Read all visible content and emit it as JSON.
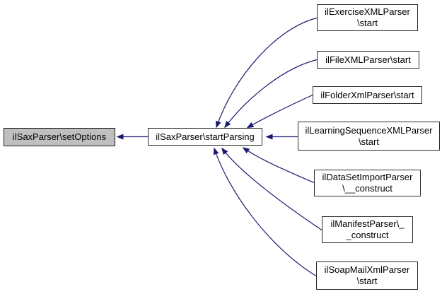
{
  "diagram": {
    "type": "call-graph",
    "colors": {
      "edge": "#191970",
      "node_fill": "#ffffff",
      "highlighted_node_fill": "#bfbfbf",
      "node_border": "#2b2b2b",
      "background": "#ffffff"
    },
    "nodes": [
      {
        "id": "setOptions",
        "label": "ilSaxParser\\setOptions",
        "highlighted": true
      },
      {
        "id": "startParsing",
        "label": "ilSaxParser\\startParsing",
        "highlighted": false
      },
      {
        "id": "exercise-start",
        "label": "ilExerciseXMLParser\n\\start",
        "highlighted": false
      },
      {
        "id": "file-start",
        "label": "ilFileXMLParser\\start",
        "highlighted": false
      },
      {
        "id": "folder-start",
        "label": "ilFolderXmlParser\\start",
        "highlighted": false
      },
      {
        "id": "learningsequence-start",
        "label": "ilLearningSequenceXMLParser\n\\start",
        "highlighted": false
      },
      {
        "id": "dataset-construct",
        "label": "ilDataSetImportParser\n\\__construct",
        "highlighted": false
      },
      {
        "id": "manifest-construct",
        "label": "ilManifestParser\\_\n_construct",
        "highlighted": false
      },
      {
        "id": "soapmail-start",
        "label": "ilSoapMailXmlParser\n\\start",
        "highlighted": false
      }
    ],
    "edges": [
      {
        "from": "ilSaxParser\\startParsing",
        "to": "ilSaxParser\\setOptions"
      },
      {
        "from": "ilExerciseXMLParser\\start",
        "to": "ilSaxParser\\startParsing"
      },
      {
        "from": "ilFileXMLParser\\start",
        "to": "ilSaxParser\\startParsing"
      },
      {
        "from": "ilFolderXmlParser\\start",
        "to": "ilSaxParser\\startParsing"
      },
      {
        "from": "ilLearningSequenceXMLParser\\start",
        "to": "ilSaxParser\\startParsing"
      },
      {
        "from": "ilDataSetImportParser\\__construct",
        "to": "ilSaxParser\\startParsing"
      },
      {
        "from": "ilManifestParser\\__construct",
        "to": "ilSaxParser\\startParsing"
      },
      {
        "from": "ilSoapMailXmlParser\\start",
        "to": "ilSaxParser\\startParsing"
      }
    ]
  }
}
